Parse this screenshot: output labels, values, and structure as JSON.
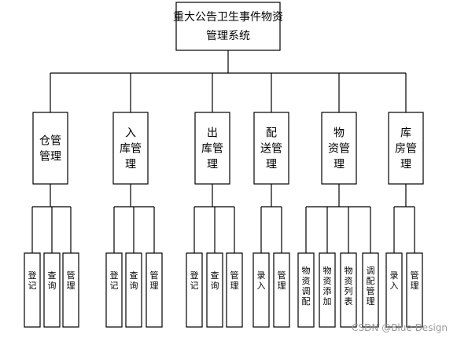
{
  "root": {
    "lines": [
      "重大公告卫生事件物资",
      "管理系统"
    ]
  },
  "modules": [
    {
      "lines": [
        "仓管",
        "管理"
      ],
      "children": [
        [
          "登",
          "记"
        ],
        [
          "查",
          "询"
        ],
        [
          "管",
          "理"
        ]
      ]
    },
    {
      "lines": [
        "入",
        "库管",
        "理"
      ],
      "children": [
        [
          "登",
          "记"
        ],
        [
          "查",
          "询"
        ],
        [
          "管",
          "理"
        ]
      ]
    },
    {
      "lines": [
        "出",
        "库管",
        "理"
      ],
      "children": [
        [
          "登",
          "记"
        ],
        [
          "查",
          "询"
        ],
        [
          "管",
          "理"
        ]
      ]
    },
    {
      "lines": [
        "配",
        "送管",
        "理"
      ],
      "children": [
        [
          "录",
          "入"
        ],
        [
          "管",
          "理"
        ]
      ]
    },
    {
      "lines": [
        "物",
        "资管",
        "理"
      ],
      "children": [
        [
          "物",
          "资",
          "调",
          "配"
        ],
        [
          "物",
          "资",
          "添",
          "加"
        ],
        [
          "物",
          "资",
          "列",
          "表"
        ],
        [
          "调",
          "配",
          "管",
          "理"
        ]
      ]
    },
    {
      "lines": [
        "库",
        "房管",
        "理"
      ],
      "children": [
        [
          "录",
          "入"
        ],
        [
          "管",
          "理"
        ]
      ]
    }
  ],
  "watermark": "CSDN @Blue Design",
  "colors": {
    "line": "#000000",
    "box_fill": "#ffffff",
    "text": "#000000"
  }
}
